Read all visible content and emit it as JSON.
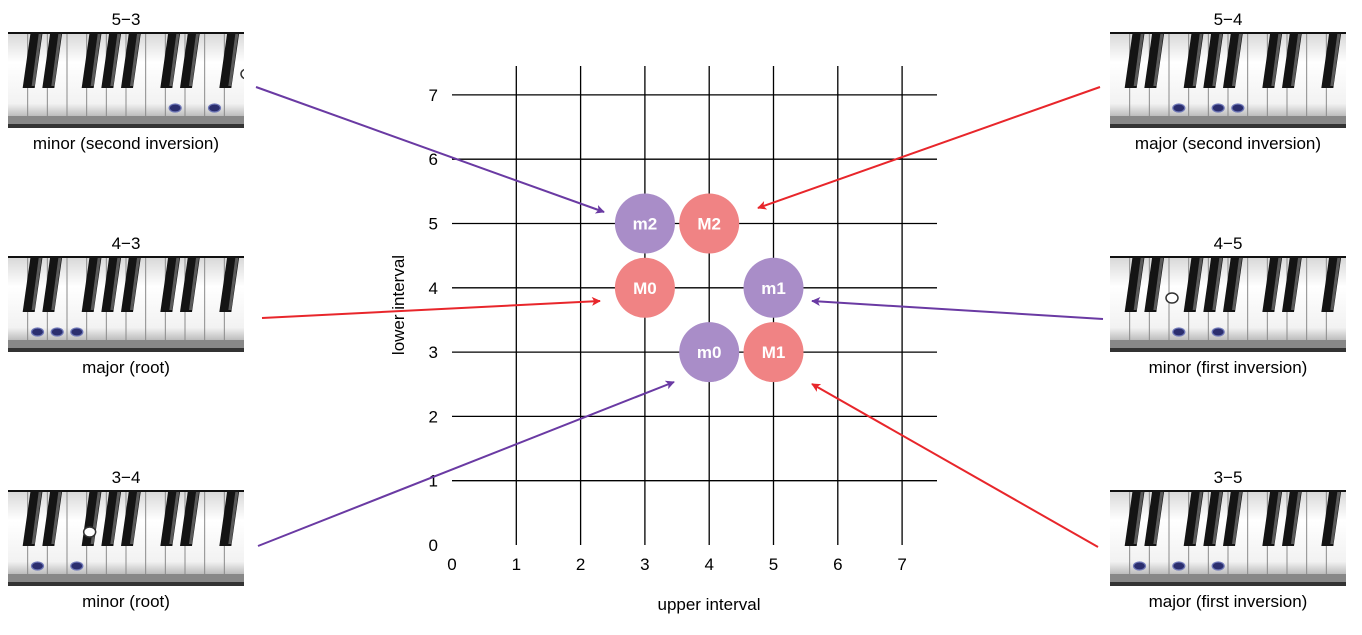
{
  "grid": {
    "x_label": "upper interval",
    "y_label": "lower interval",
    "x_ticks": [
      "0",
      "1",
      "2",
      "3",
      "4",
      "5",
      "6",
      "7"
    ],
    "y_ticks": [
      "0",
      "1",
      "2",
      "3",
      "4",
      "5",
      "6",
      "7"
    ]
  },
  "colors": {
    "minor": "#a98dc8",
    "major": "#f08384",
    "minor_arrow": "#6a3aa3",
    "major_arrow": "#e8262b"
  },
  "nodes": [
    {
      "label": "m2",
      "x": 3,
      "y": 5,
      "kind": "minor"
    },
    {
      "label": "M2",
      "x": 4,
      "y": 5,
      "kind": "major"
    },
    {
      "label": "M0",
      "x": 3,
      "y": 4,
      "kind": "major"
    },
    {
      "label": "m1",
      "x": 5,
      "y": 4,
      "kind": "minor"
    },
    {
      "label": "m0",
      "x": 4,
      "y": 3,
      "kind": "minor"
    },
    {
      "label": "M1",
      "x": 5,
      "y": 3,
      "kind": "major"
    }
  ],
  "panels": [
    {
      "id": "tl",
      "interval": "5−3",
      "caption": "minor (second inversion)",
      "kind": "minor",
      "target": "m2",
      "keys": [
        {
          "k": "black",
          "n": 12
        },
        {
          "k": "white",
          "n": 9
        },
        {
          "k": "white",
          "n": 11
        }
      ],
      "open": "black"
    },
    {
      "id": "ml",
      "interval": "4−3",
      "caption": "major (root)",
      "kind": "major",
      "target": "M0",
      "keys": [
        {
          "k": "white",
          "n": 2
        },
        {
          "k": "white",
          "n": 3
        },
        {
          "k": "white",
          "n": 4
        }
      ],
      "open": "none"
    },
    {
      "id": "bl",
      "interval": "3−4",
      "caption": "minor (root)",
      "kind": "minor",
      "target": "m0",
      "keys": [
        {
          "k": "white",
          "n": 2
        },
        {
          "k": "black",
          "n": 4
        },
        {
          "k": "white",
          "n": 4
        }
      ],
      "open": "black"
    },
    {
      "id": "tr",
      "interval": "5−4",
      "caption": "major (second inversion)",
      "kind": "major",
      "target": "M2",
      "keys": [
        {
          "k": "white",
          "n": 4
        },
        {
          "k": "white",
          "n": 6
        },
        {
          "k": "white",
          "n": 7
        }
      ],
      "open": "none"
    },
    {
      "id": "mr",
      "interval": "4−5",
      "caption": "minor (first inversion)",
      "kind": "minor",
      "target": "m1",
      "keys": [
        {
          "k": "black",
          "n": 3
        },
        {
          "k": "white",
          "n": 4
        },
        {
          "k": "white",
          "n": 6
        }
      ],
      "open": "black"
    },
    {
      "id": "br",
      "interval": "3−5",
      "caption": "major (first inversion)",
      "kind": "major",
      "target": "M1",
      "keys": [
        {
          "k": "white",
          "n": 2
        },
        {
          "k": "white",
          "n": 4
        },
        {
          "k": "white",
          "n": 6
        }
      ],
      "open": "none"
    }
  ]
}
